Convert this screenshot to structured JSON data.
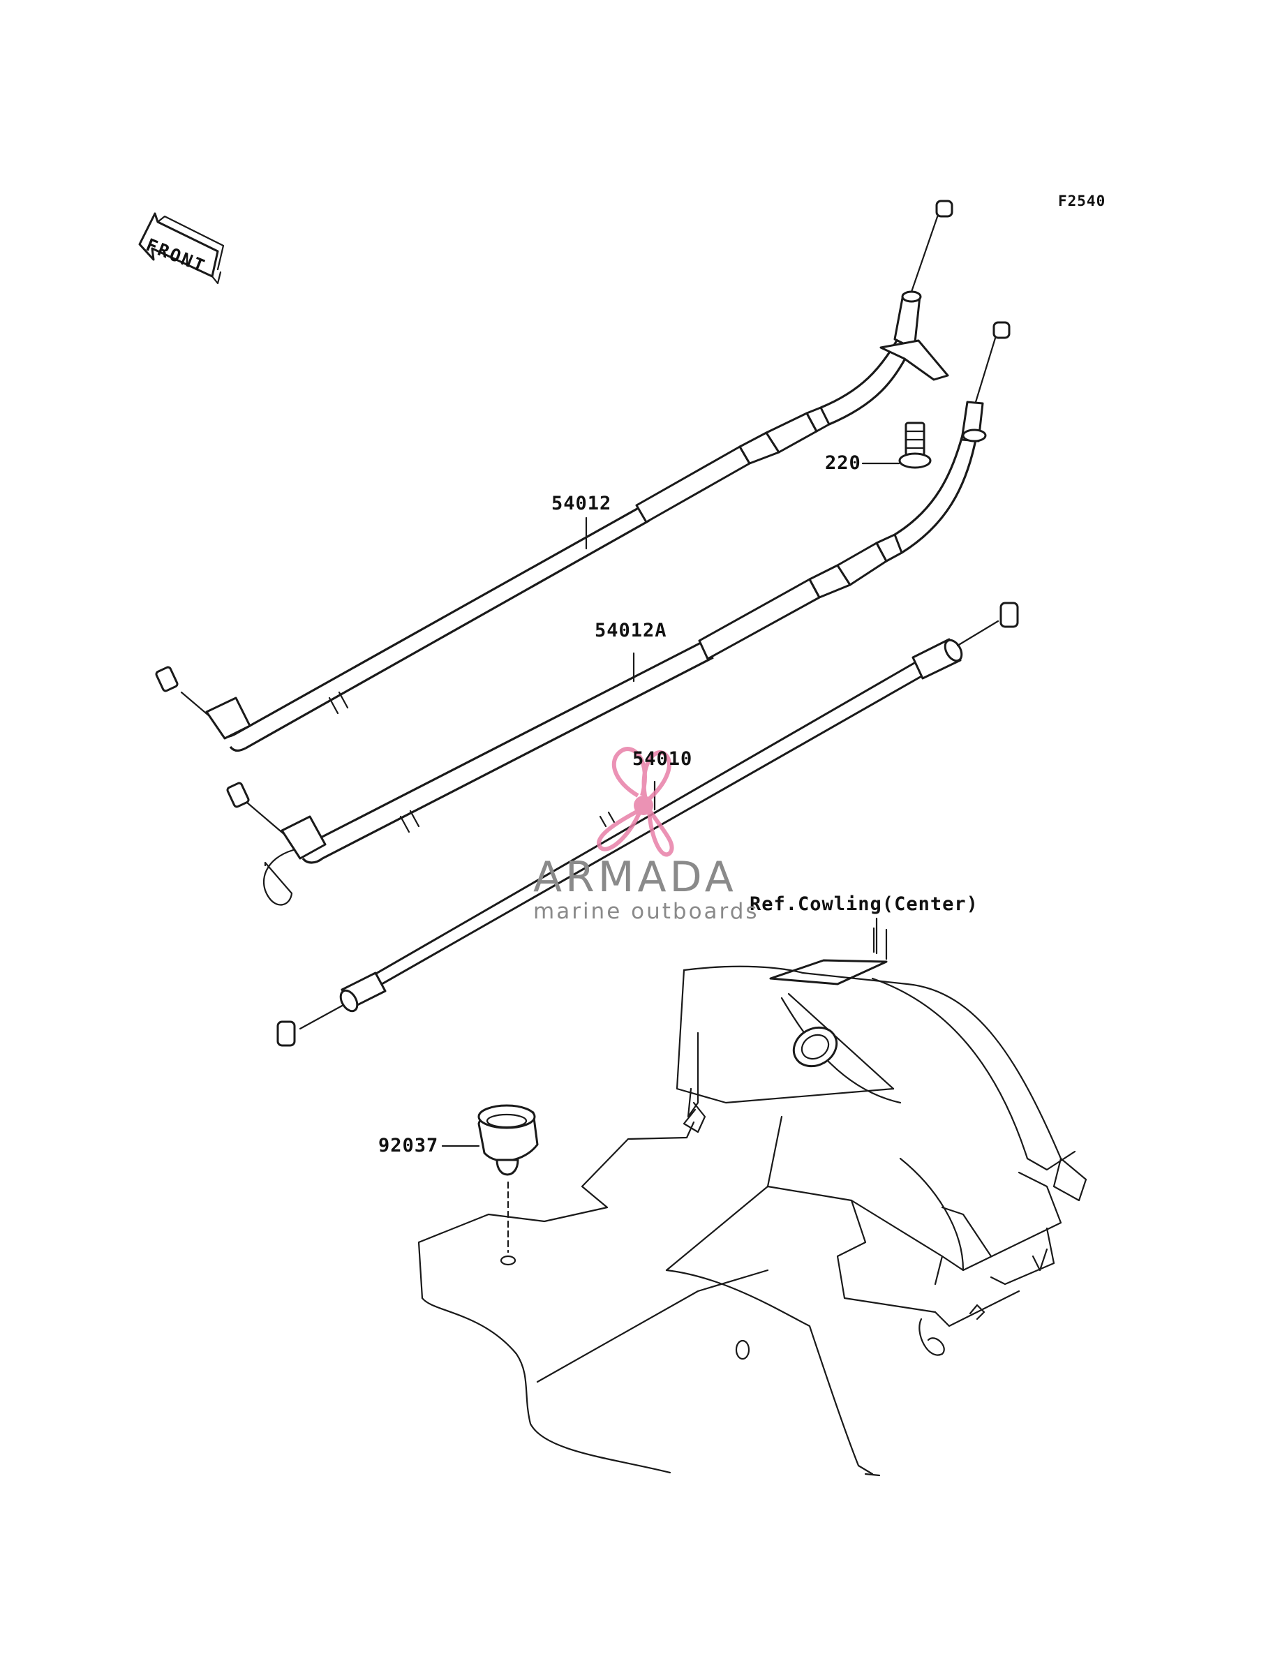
{
  "diagram_code": "F2540",
  "front_arrow": {
    "label": "FRONT"
  },
  "parts": [
    {
      "number": "54012"
    },
    {
      "number": "54012A"
    },
    {
      "number": "54010"
    },
    {
      "number": "220"
    },
    {
      "number": "92037"
    }
  ],
  "reference": {
    "label": "Ref.Cowling(Center)"
  },
  "watermark": {
    "brand": "ARMADA",
    "tagline": "marine outboards",
    "colors": {
      "logo_pink": "#e87fa8",
      "text_gray": "#8a8a8a"
    }
  }
}
